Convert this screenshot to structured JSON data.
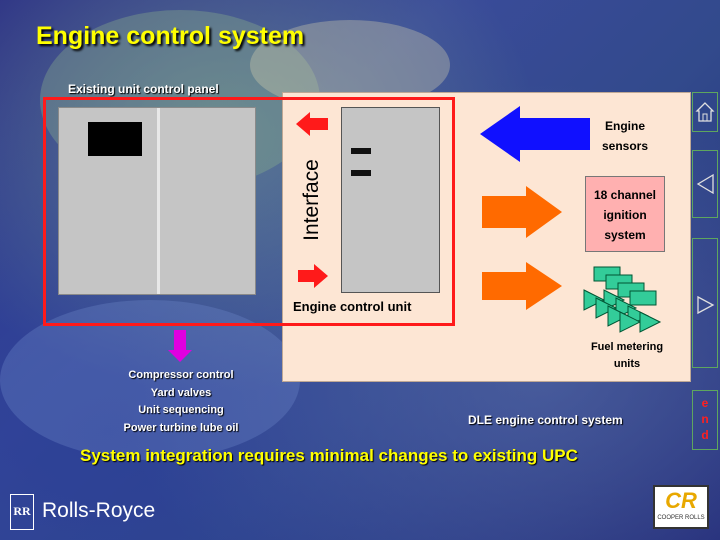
{
  "slide": {
    "title": "Engine control system",
    "panel_label": "Existing unit control panel",
    "interface_label": "Interface",
    "ecu_label": "Engine control unit",
    "engine_sensors": [
      "Engine",
      "sensors"
    ],
    "ignition": [
      "18 channel",
      "ignition",
      "system"
    ],
    "fuel_metering": [
      "Fuel metering",
      "units"
    ],
    "functions": [
      "Compressor control",
      "Yard valves",
      "Unit sequencing",
      "Power turbine lube oil"
    ],
    "dle_label": "DLE engine control system",
    "summary": "System integration requires minimal changes to existing UPC"
  },
  "nav": {
    "home_icon": "home-icon",
    "prev_icon": "triangle-left-icon",
    "next_icon": "triangle-right-icon",
    "end_letters": [
      "e",
      "n",
      "d"
    ]
  },
  "branding": {
    "rolls_royce_text": "Rolls-Royce",
    "rr_monogram": "RR",
    "cooper_logo_letters": "CR",
    "cooper_logo_caption": "COOPER ROLLS"
  },
  "colors": {
    "title_yellow": "#ffff00",
    "highlight_red": "#ff1a1a",
    "arrow_orange": "#ff6a00",
    "arrow_blue": "#1010ff",
    "arrow_magenta": "#e000e0",
    "ignition_pink": "#ffb0b0",
    "valve_green": "#33cc99",
    "nav_green": "#5ea65e"
  }
}
